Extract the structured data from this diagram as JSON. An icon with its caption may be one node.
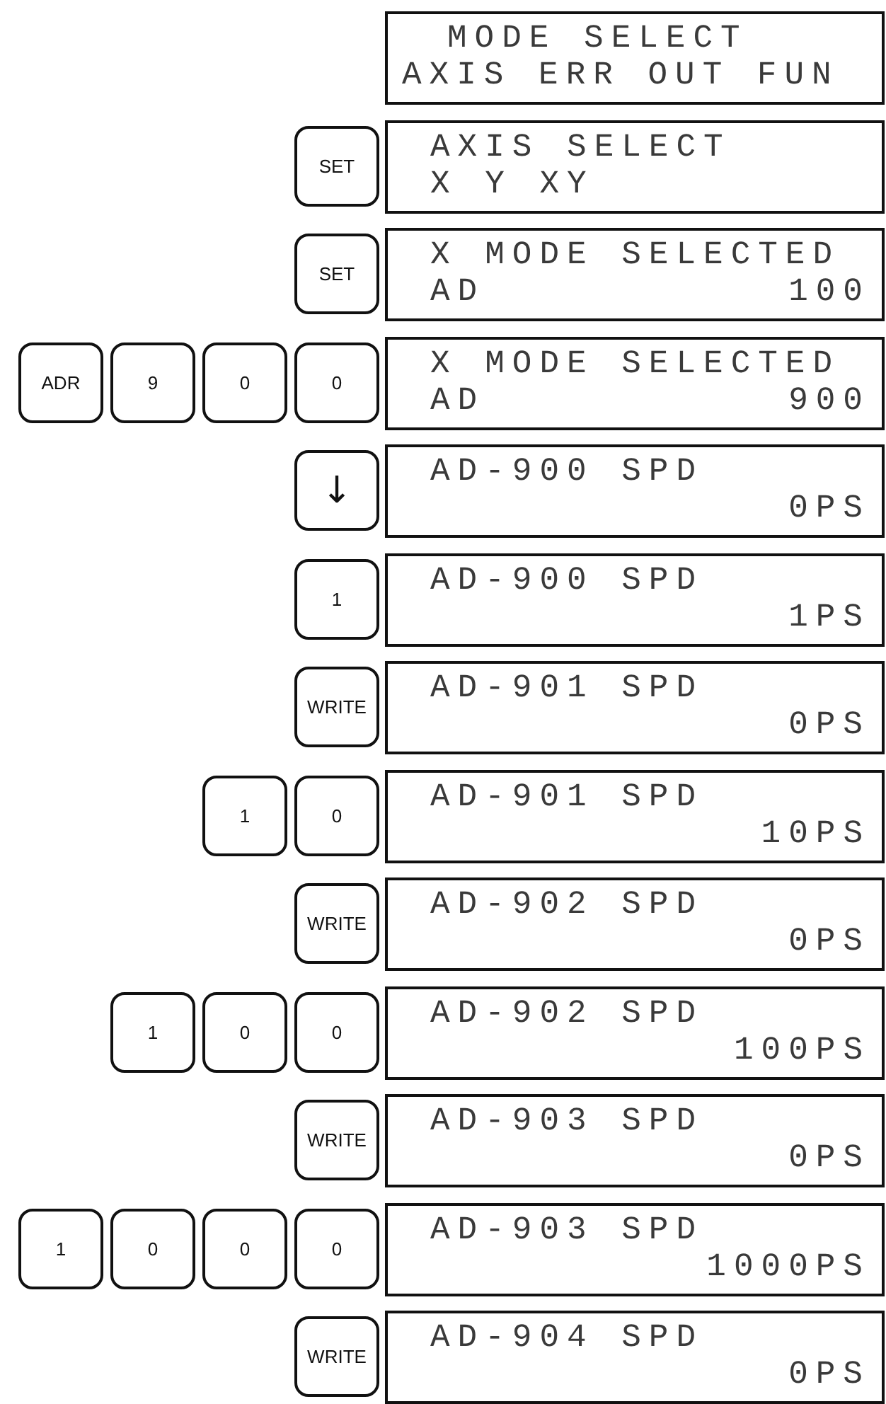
{
  "diagram": {
    "nodes": [
      {
        "text": [
          "MODE SELECT",
          "AXIS ERR OUT FUN"
        ]
      },
      {
        "text": [
          "SET"
        ]
      },
      {
        "text": [
          "AXIS SELECT",
          "X Y XY"
        ]
      },
      {
        "text": [
          "SET"
        ]
      },
      {
        "text": [
          "X MODE SELECTED",
          "AD",
          "100"
        ]
      },
      {
        "text": [
          "ADR"
        ]
      },
      {
        "text": [
          "9"
        ]
      },
      {
        "text": [
          "0"
        ]
      },
      {
        "text": [
          "0"
        ]
      },
      {
        "text": [
          "X MODE SELECTED",
          "AD",
          "900"
        ]
      },
      {
        "text": [
          "↓"
        ]
      },
      {
        "text": [
          "AD-900 SPD",
          "0PS"
        ]
      },
      {
        "text": [
          "1"
        ]
      },
      {
        "text": [
          "AD-900 SPD",
          "1PS"
        ]
      },
      {
        "text": [
          "WRITE"
        ]
      },
      {
        "text": [
          "AD-901 SPD",
          "0PS"
        ]
      },
      {
        "text": [
          "1"
        ]
      },
      {
        "text": [
          "0"
        ]
      },
      {
        "text": [
          "AD-901 SPD",
          "10PS"
        ]
      },
      {
        "text": [
          "WRITE"
        ]
      },
      {
        "text": [
          "AD-902 SPD",
          "0PS"
        ]
      },
      {
        "text": [
          "1"
        ]
      },
      {
        "text": [
          "0"
        ]
      },
      {
        "text": [
          "0"
        ]
      },
      {
        "text": [
          "AD-902 SPD",
          "100PS"
        ]
      },
      {
        "text": [
          "WRITE"
        ]
      },
      {
        "text": [
          "AD-903 SPD",
          "0PS"
        ]
      },
      {
        "text": [
          "1"
        ]
      },
      {
        "text": [
          "0"
        ]
      },
      {
        "text": [
          "0"
        ]
      },
      {
        "text": [
          "0"
        ]
      },
      {
        "text": [
          "AD-903 SPD",
          "1000PS"
        ]
      },
      {
        "text": [
          "WRITE"
        ]
      },
      {
        "text": [
          "AD-904 SPD",
          "0PS"
        ]
      }
    ]
  }
}
